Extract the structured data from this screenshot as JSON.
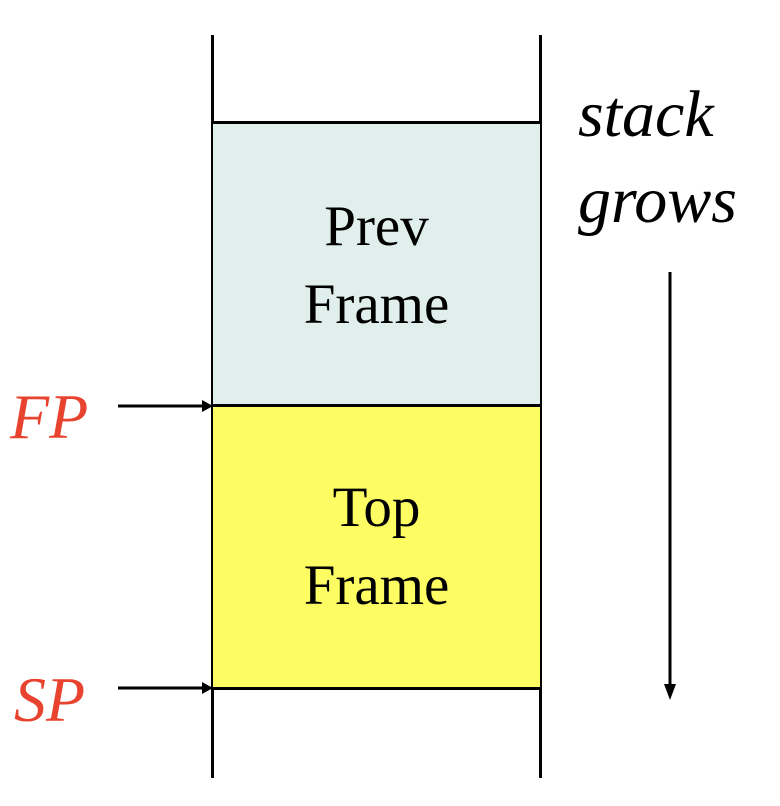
{
  "frames": {
    "prev": {
      "label": "Prev\nFrame",
      "fill": "#E0EFEC"
    },
    "top": {
      "label": "Top\nFrame",
      "fill": "#FEFC63"
    }
  },
  "pointers": {
    "fp": {
      "label": "FP",
      "color": "#E8432E"
    },
    "sp": {
      "label": "SP",
      "color": "#E8432E"
    }
  },
  "growth": {
    "label": "stack\ngrows",
    "direction": "down"
  },
  "colors": {
    "line": "#000000",
    "background": "#FFFFFF"
  }
}
